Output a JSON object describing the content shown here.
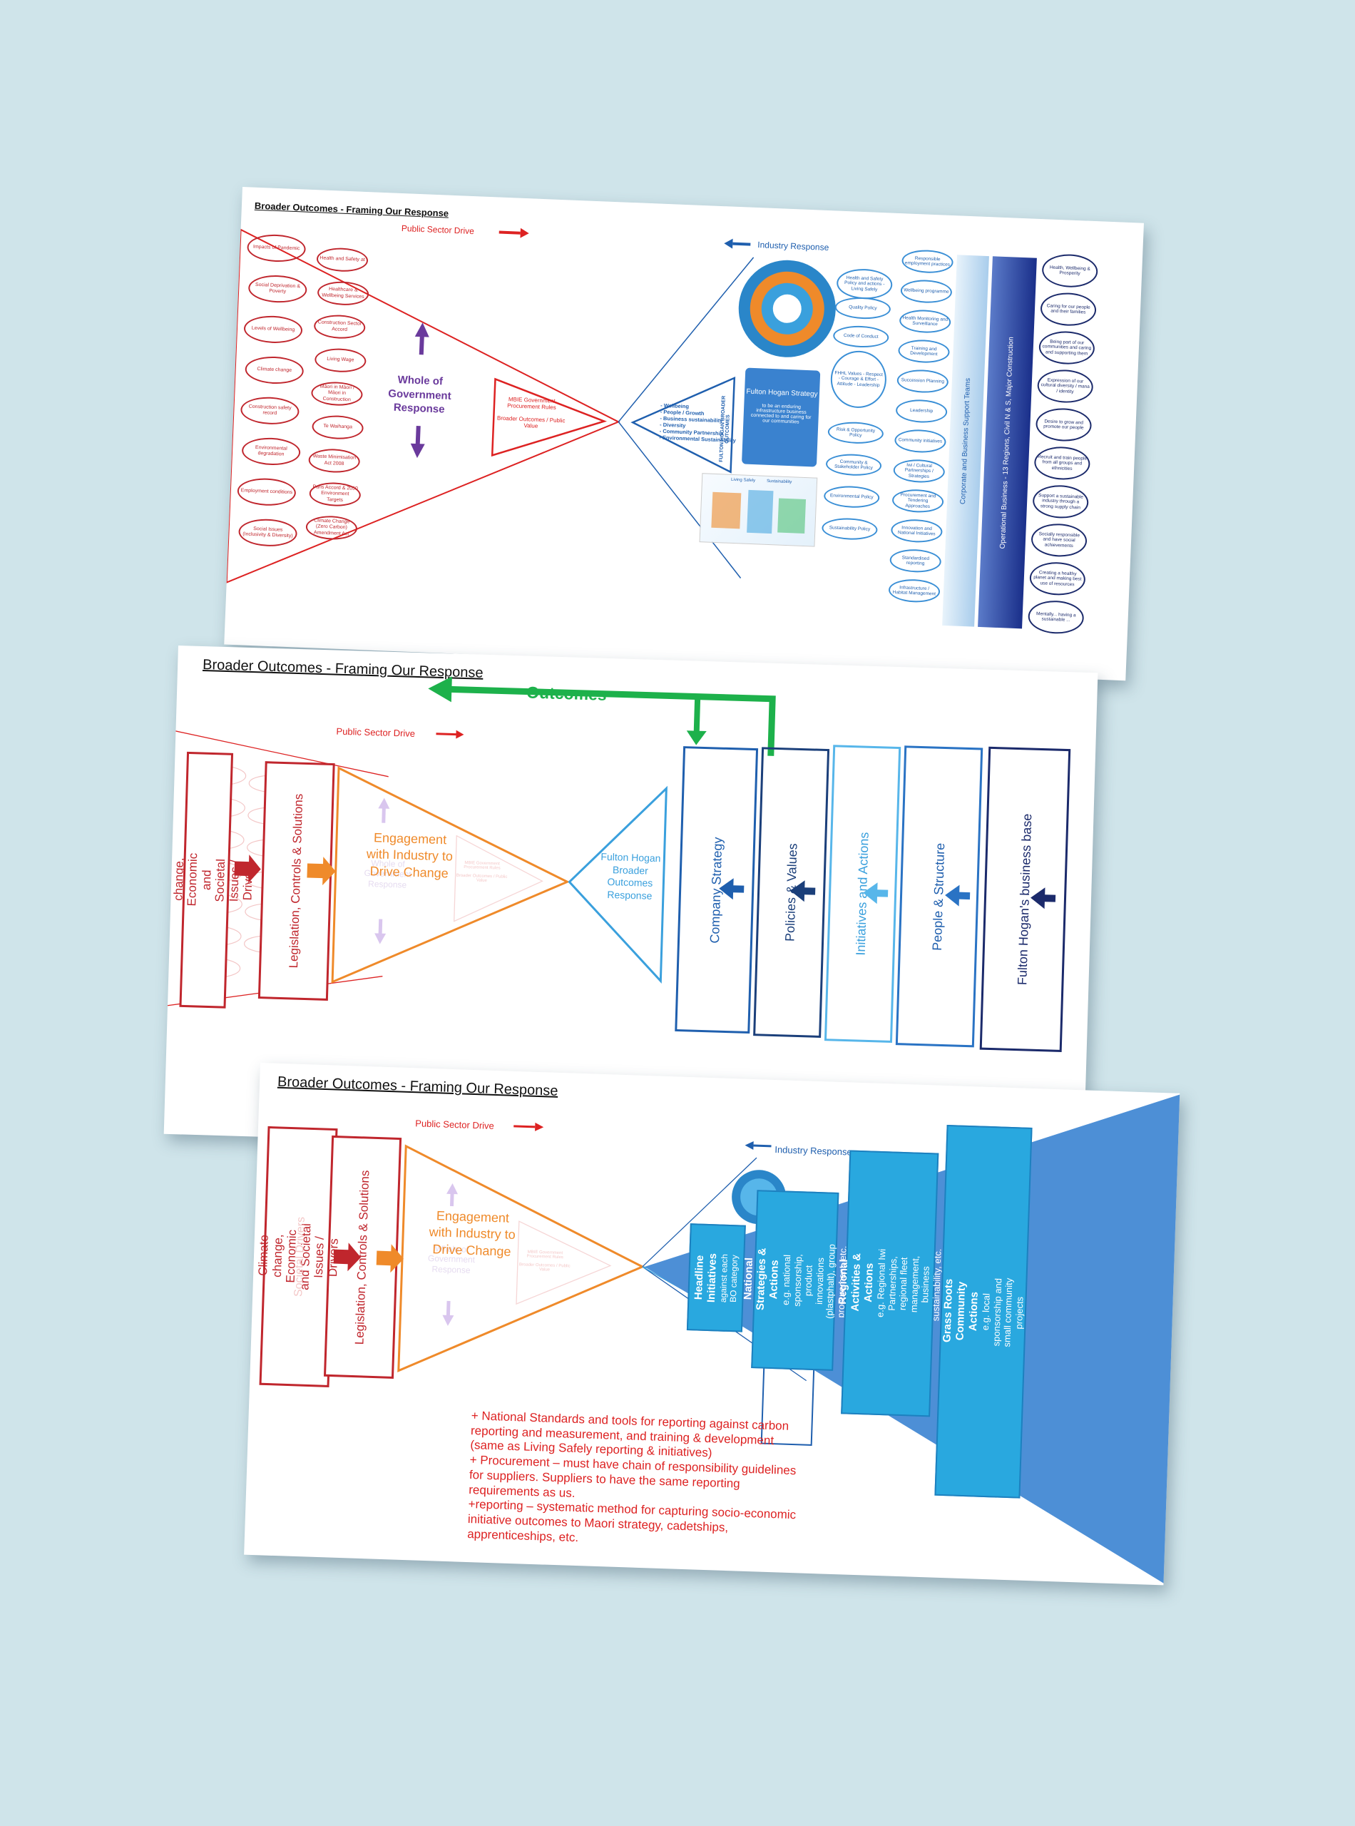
{
  "slide1": {
    "title": "Broader Outcomes - Framing Our Response",
    "public_sector_drive": "Public Sector Drive",
    "industry_response": "Industry Response",
    "whole_of_government": "Whole of Government Response",
    "mbie_box": "MBIE Government Procurement Rules\n\nBroader Outcomes / Public Value",
    "left_ovals": [
      "Impacts of Pandemic",
      "Social Deprivation & Poverty",
      "Levels of Wellbeing",
      "Climate change",
      "Construction safety record",
      "Environmental degradation",
      "Employment conditions",
      "Social Issues (Inclusivity & Diversity)"
    ],
    "mid_ovals": [
      "Health and Safety at",
      "Healthcare & Wellbeing Services",
      "Construction Sector Accord",
      "Living Wage",
      "Māori in Māori / Māori in Construction",
      "Te Waihanga",
      "Waste Minimisation Act 2008",
      "Paris Accord & 2050 Environment Targets",
      "Climate Change (Zero Carbon) Amendment Act"
    ],
    "fh_outcomes_label": "FULTON HOGAN BROADER OUTCOMES",
    "fh_list": [
      "- Wellbeing",
      "- People / Growth",
      "- Business sustainability",
      "- Diversity",
      "- Community Partnership",
      "- Environmental Sustainability"
    ],
    "fh_strategy": "Fulton Hogan Strategy",
    "fh_strategy_sub": "to be an enduring infrastructure business connected to and caring for our communities",
    "policy_ovals": [
      "Health and Safety Policy and actions - Living Safely",
      "Quality Policy",
      "Code of Conduct",
      "FHHL Values - Respect - Courage & Effort - Attitude - Leadership",
      "Risk & Opportunity Policy",
      "Community & Stakeholder Policy",
      "Environmental Policy",
      "Sustainability Policy"
    ],
    "init_ovals": [
      "Responsible employment practices",
      "Wellbeing programme",
      "Health Monitoring and Surveillance",
      "Training and Development",
      "Succession Planning",
      "Leadership",
      "Community initiatives",
      "Iwi / Cultural Partnerships / Strategies",
      "Procurement and Tendering Approaches",
      "Innovation and National Initiatives",
      "Standardised reporting",
      "Infrastructure / Habitat Management"
    ],
    "corporate_bar": "Corporate and Business Support Teams",
    "operational_bar": "Operational Business - 13 Regions, Civil N & S, Major Construction",
    "navy_ovals": [
      "Health, Wellbeing & Prosperity",
      "Caring for our people and their families",
      "Being part of our communities and caring and supporting them",
      "Expression of our cultural diversity / mana / identity",
      "Desire to grow and promote our people",
      "Recruit and train people from all groups and ethnicities",
      "Support a sustainable industry through a strong supply chain",
      "Socially responsible and have social achievements",
      "Creating a healthy planet and making best use of resources",
      "Mentally... having a sustainable ..."
    ],
    "wheel_labels": [
      "Living Safely",
      "Sustainability"
    ]
  },
  "slide2": {
    "title": "Broader Outcomes - Framing Our Response",
    "public_sector_drive": "Public Sector Drive",
    "outcomes": "Outcomes",
    "drivers": "Climate change, Economic and Societal Issues / Drivers",
    "legislation": "Legislation, Controls & Solutions",
    "engagement": "Engagement with Industry to Drive Change",
    "ghost_whole": "Whole of Government Response",
    "ghost_mbie": "MBIE Government Procurement Rules\n\nBroader Outcomes / Public Value",
    "fh_response": "Fulton Hogan Broader Outcomes Response",
    "columns": [
      "Company Strategy",
      "Policies & Values",
      "Initiatives and Actions",
      "People & Structure",
      "Fulton Hogan's business base"
    ]
  },
  "slide3": {
    "title": "Broader Outcomes - Framing Our Response",
    "public_sector_drive": "Public Sector Drive",
    "industry_response": "Industry Response",
    "drivers": "Climate change, Economic and Societal Issues / Drivers",
    "ghost_drivers": "Societal Drivers",
    "legislation": "Legislation, Controls & Solutions",
    "engagement": "Engagement with Industry to Drive Change",
    "ghost_whole": "Whole of Government Response",
    "ghost_mbie": "MBIE Government Procurement Rules\n\nBroader Outcomes / Public Value",
    "pyramid": [
      {
        "heading": "Headline Initiatives",
        "detail": "against each BO category"
      },
      {
        "heading": "National Strategies & Actions",
        "detail": "e.g. national sponsorship, product innovations (plastphalt), group procurement, etc."
      },
      {
        "heading": "Regional Activities & Actions",
        "detail": "e.g. Regional Iwi Partnerships, regional fleet management, business sustainability, etc."
      },
      {
        "heading": "Grass Roots Community Actions",
        "detail": "e.g. local sponsorship and small community projects"
      }
    ],
    "notes": [
      "+ National Standards and tools for reporting against carbon reporting and measurement, and training & development (same as Living Safely reporting & initiatives)",
      "+ Procurement – must have chain of responsibility guidelines for suppliers. Suppliers to have the same reporting requirements as us.",
      "+reporting – systematic method for capturing socio-economic initiative outcomes to Maori strategy, cadetships, apprenticeships, etc."
    ]
  },
  "colors": {
    "background": "#cfe4ea",
    "red": "#c0262d",
    "orange": "#ef8a2a",
    "purple": "#6a3a9c",
    "blue": "#1f5fae",
    "light_blue": "#3aa0dd",
    "navy": "#1b2a6b",
    "green": "#1db14b",
    "pyramid_blue": "#29a8df"
  }
}
